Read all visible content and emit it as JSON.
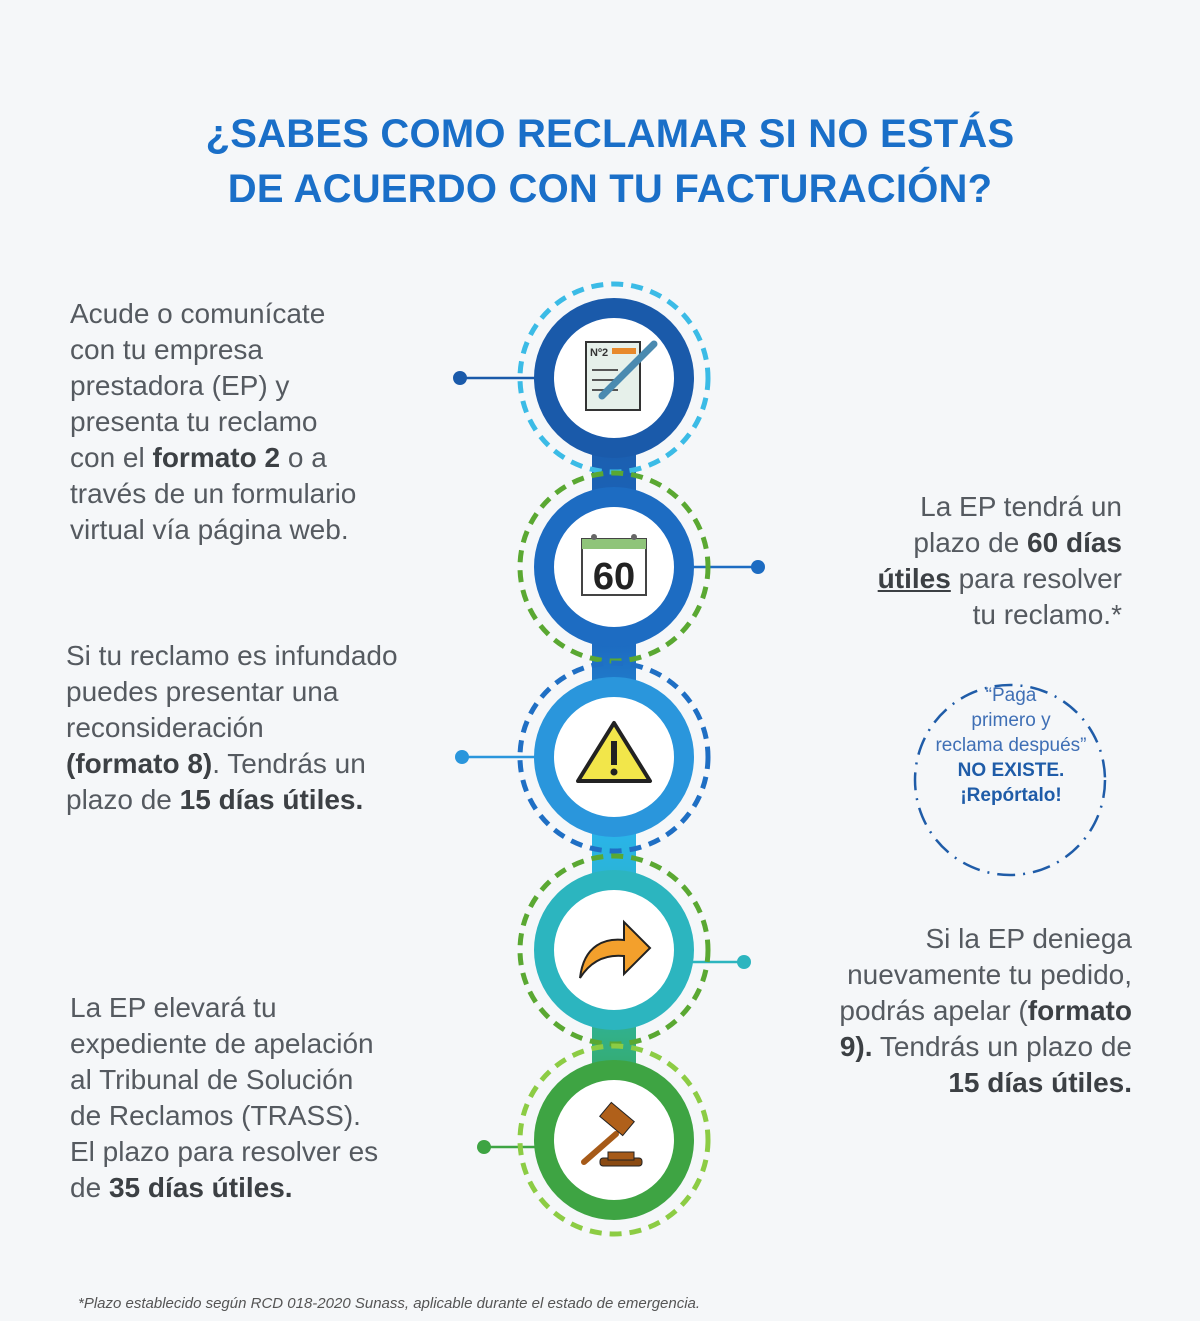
{
  "title": {
    "line1": "¿SABES COMO RECLAMAR SI NO ESTÁS",
    "line2": "DE ACUERDO CON TU FACTURACIÓN?"
  },
  "colors": {
    "title": "#1a6fc8",
    "text": "#555a60"
  },
  "steps": [
    {
      "icon": "claim-form-icon",
      "side": "left",
      "ring": "#1a5aaa",
      "dash": "#3bbbe6",
      "lines": [
        [
          {
            "t": "Acude o comunícate"
          }
        ],
        [
          {
            "t": "con tu empresa"
          }
        ],
        [
          {
            "t": "prestadora (EP) y"
          }
        ],
        [
          {
            "t": "presenta tu reclamo"
          }
        ],
        [
          {
            "t": "con el "
          },
          {
            "t": "formato 2",
            "b": true
          },
          {
            "t": " o a"
          }
        ],
        [
          {
            "t": "través de un formulario"
          }
        ],
        [
          {
            "t": "virtual vía página web."
          }
        ]
      ]
    },
    {
      "icon": "calendar-60-icon",
      "side": "right",
      "ring": "#1d6cc2",
      "dash": "#5aa832",
      "lines": [
        [
          {
            "t": "La EP tendrá un"
          }
        ],
        [
          {
            "t": "plazo de "
          },
          {
            "t": "60 días",
            "b": true
          }
        ],
        [
          {
            "t": "útiles",
            "b": true,
            "u": true
          },
          {
            "t": " para resolver"
          }
        ],
        [
          {
            "t": "tu reclamo.*"
          }
        ]
      ]
    },
    {
      "icon": "warning-icon",
      "side": "left",
      "ring": "#2a96dc",
      "dash": "#1f6fc4",
      "lines": [
        [
          {
            "t": "Si tu reclamo es infundado"
          }
        ],
        [
          {
            "t": "puedes presentar una"
          }
        ],
        [
          {
            "t": "reconsideración"
          }
        ],
        [
          {
            "t": "(formato 8)",
            "b": true
          },
          {
            "t": ". Tendrás un"
          }
        ],
        [
          {
            "t": "plazo de "
          },
          {
            "t": "15 días útiles.",
            "b": true
          }
        ]
      ]
    },
    {
      "icon": "appeal-arrow-icon",
      "side": "right",
      "ring": "#2cb5bf",
      "dash": "#5aa832",
      "lines": [
        [
          {
            "t": "Si la EP deniega"
          }
        ],
        [
          {
            "t": "nuevamente tu pedido,"
          }
        ],
        [
          {
            "t": "podrás apelar ("
          },
          {
            "t": "formato",
            "b": true
          }
        ],
        [
          {
            "t": "9).",
            "b": true
          },
          {
            "t": " Tendrás un plazo de"
          }
        ],
        [
          {
            "t": "15 días útiles.",
            "b": true
          }
        ]
      ]
    },
    {
      "icon": "gavel-icon",
      "side": "left",
      "ring": "#3ea443",
      "dash": "#8ccc44",
      "lines": [
        [
          {
            "t": "La EP elevará tu"
          }
        ],
        [
          {
            "t": "expediente de apelación"
          }
        ],
        [
          {
            "t": "al Tribunal de Solución"
          }
        ],
        [
          {
            "t": "de Reclamos (TRASS)."
          }
        ],
        [
          {
            "t": "El plazo para resolver es"
          }
        ],
        [
          {
            "t": "de "
          },
          {
            "t": "35 días útiles.",
            "b": true
          }
        ]
      ]
    }
  ],
  "calendar_number": "60",
  "form_label": "Nº2",
  "badge": {
    "line1": "“Paga",
    "line2": "primero y",
    "line3": "reclama después”",
    "line4": "NO EXISTE.",
    "line5": "¡Repórtalo!"
  },
  "footnote": "*Plazo establecido según RCD 018-2020 Sunass, aplicable durante el estado de emergencia."
}
